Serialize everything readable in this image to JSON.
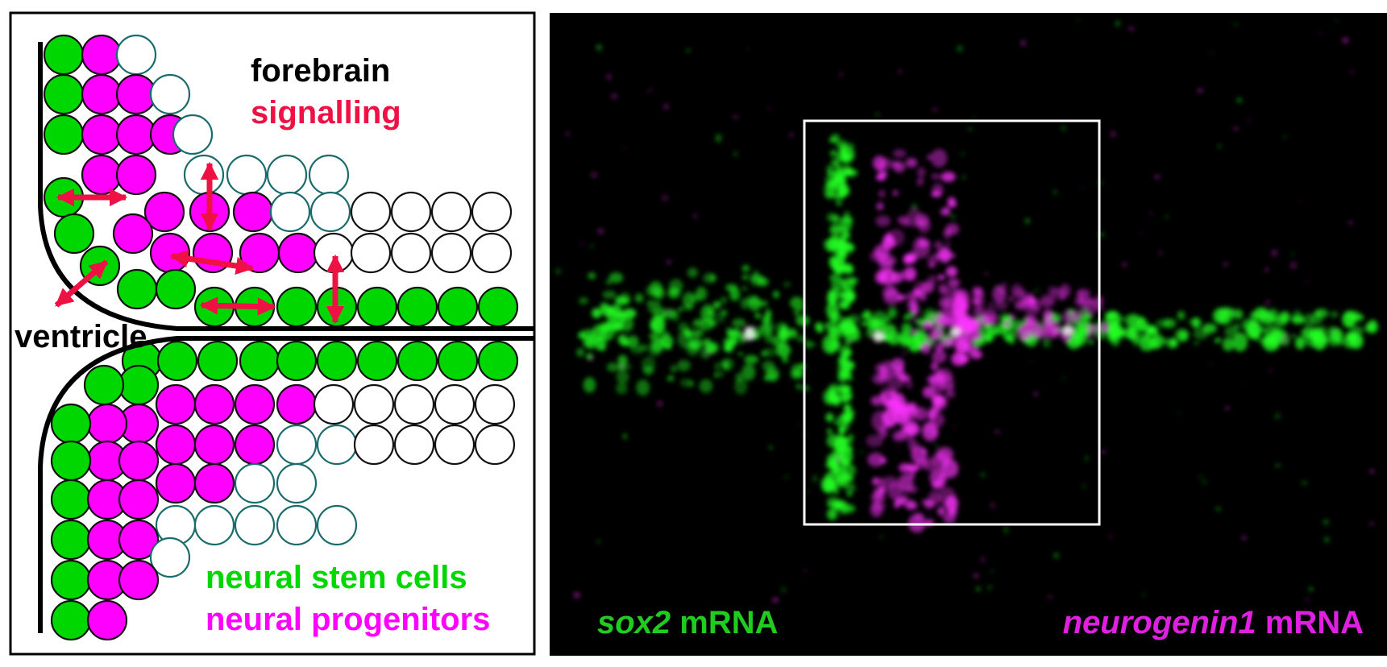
{
  "left_panel": {
    "forebrain_label": "forebrain",
    "signalling_label": "signalling",
    "ventricle_label": "ventricle",
    "legend_stem": "neural stem cells",
    "legend_progenitors": "neural progenitors"
  },
  "right_panel": {
    "sox2_gene": "sox2",
    "sox2_suffix": " mRNA",
    "ngn_gene": "neurogenin1",
    "ngn_suffix": " mRNA"
  },
  "colors": {
    "stem": "#00d600",
    "progenitor": "#ff00ff",
    "signalling": "#ee1144",
    "outline_teal": "#1a6b6b",
    "outline_black": "#111111",
    "micrograph_bg": "#000000",
    "sox2_signal": "#22ff22",
    "ngn_signal": "#ff33ff"
  }
}
